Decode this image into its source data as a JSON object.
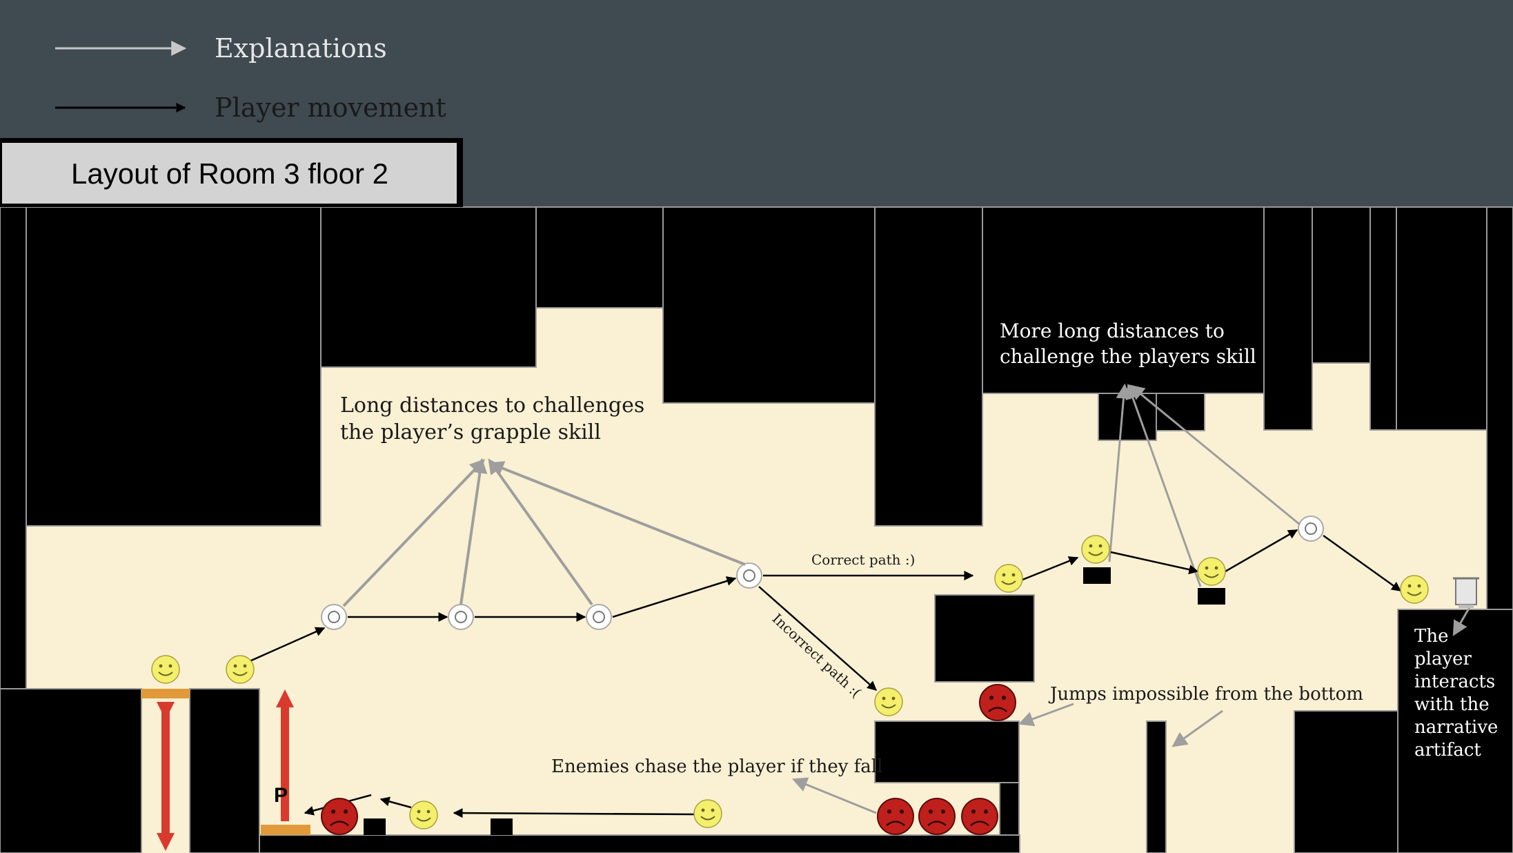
{
  "legend": {
    "explanations_label": "Explanations",
    "player_movement_label": "Player movement"
  },
  "title": "Layout of Room 3 floor 2",
  "annotations": {
    "grapple_skill": [
      "Long distances to challenges",
      "the player’s grapple skill"
    ],
    "more_distances": [
      "More long distances to",
      "challenge the players skill"
    ],
    "correct_path": "Correct path :)",
    "incorrect_path": "Incorrect path :(",
    "jumps_impossible": "Jumps impossible from the bottom",
    "enemies_chase": "Enemies chase the player if they fall",
    "narrative": [
      "The",
      "player",
      "interacts",
      "with the",
      "narrative",
      "artifact"
    ]
  },
  "player_marker": "P",
  "colors": {
    "background": "#3f4a51",
    "floor": "#faf0d3",
    "wall": "#000000",
    "wall_outline": "#9a9a9a",
    "explanation_arrow": "#9e9e9e",
    "movement_arrow": "#000000",
    "smiley": "#f4ef6c",
    "enemy": "#c0201c",
    "bounce_pad": "#e09a3a",
    "vertical_arrow": "#d93a2e",
    "title_box": "#d3d3d3"
  }
}
